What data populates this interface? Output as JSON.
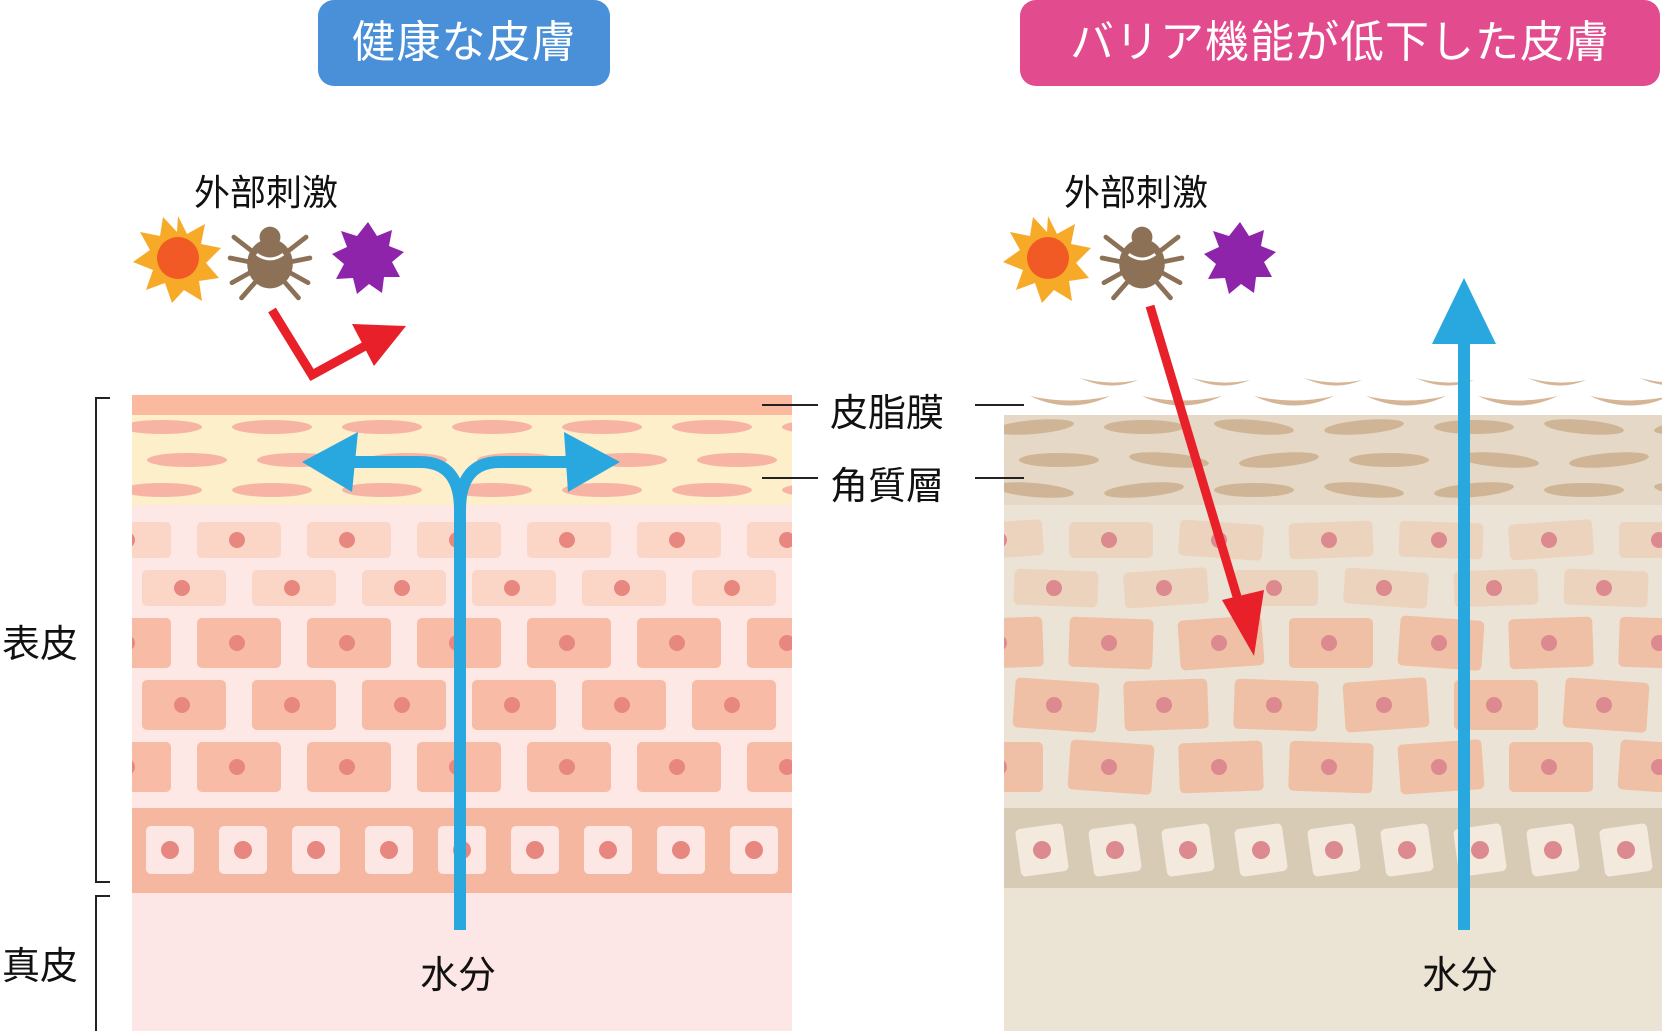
{
  "titles": {
    "healthy": "健康な皮膚",
    "damaged": "バリア機能が低下した皮膚"
  },
  "labels": {
    "external_stimuli_left": "外部刺激",
    "external_stimuli_right": "外部刺激",
    "sebum_film": "皮脂膜",
    "stratum_corneum": "角質層",
    "epidermis": "表皮",
    "dermis": "真皮",
    "moisture_left": "水分",
    "moisture_right": "水分"
  },
  "icons": [
    "sun-icon",
    "mite-icon",
    "irritant-burst-icon"
  ],
  "colors": {
    "healthy_title_bg": "#4a90d9",
    "damaged_title_bg": "#e24b8e",
    "moisture_arrow": "#29a8e0",
    "stimulus_arrow": "#e8202a",
    "sun": "#f7a928",
    "sun_core": "#f15a24",
    "mite": "#8c7157",
    "irritant": "#8e24aa"
  }
}
